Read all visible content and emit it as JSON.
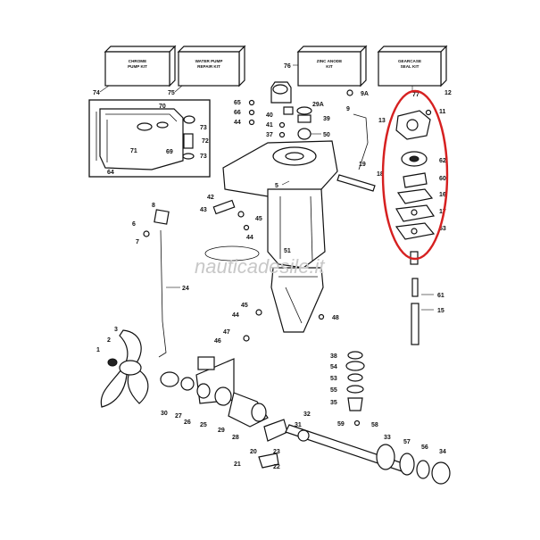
{
  "kits": [
    {
      "line1": "CHROME",
      "line2": "PUMP KIT",
      "ref": "74"
    },
    {
      "line1": "WATER PUMP",
      "line2": "REPAIR KIT",
      "ref": "75"
    },
    {
      "line1": "ZINC ANODE",
      "line2": "KIT",
      "ref": "76"
    },
    {
      "line1": "GEARCASE",
      "line2": "SEAL KIT",
      "ref": "77"
    }
  ],
  "watermark": "nauticadesile.it",
  "callouts": {
    "c1": "1",
    "c2": "2",
    "c3": "3",
    "c5": "5",
    "c6": "6",
    "c7": "7",
    "c8": "8",
    "c9": "9",
    "c9a": "9A",
    "c11": "11",
    "c12": "12",
    "c13": "13",
    "c15": "15",
    "c16": "16",
    "c17": "17",
    "c18": "18",
    "c19": "19",
    "c20": "20",
    "c21": "21",
    "c22": "22",
    "c23": "23",
    "c24": "24",
    "c25": "25",
    "c26": "26",
    "c27": "27",
    "c28": "28",
    "c29": "29",
    "c29a": "29A",
    "c30": "30",
    "c31": "31",
    "c32": "32",
    "c33": "33",
    "c34": "34",
    "c35": "35",
    "c37": "37",
    "c38": "38",
    "c39": "39",
    "c40": "40",
    "c41": "41",
    "c42": "42",
    "c43": "43",
    "c44": "44",
    "c44b": "44",
    "c45": "45",
    "c45b": "45",
    "c46": "46",
    "c47": "47",
    "c48": "48",
    "c50": "50",
    "c51": "51",
    "c53": "53",
    "c53b": "53",
    "c54": "54",
    "c55": "55",
    "c56": "56",
    "c57": "57",
    "c58": "58",
    "c59": "59",
    "c60": "60",
    "c61": "61",
    "c62": "62",
    "c64": "64",
    "c65": "65",
    "c66": "66",
    "c69": "69",
    "c70": "70",
    "c71": "71",
    "c72": "72",
    "c73": "73",
    "c73b": "73"
  },
  "colors": {
    "highlight": "#d62020",
    "ink": "#111111"
  }
}
